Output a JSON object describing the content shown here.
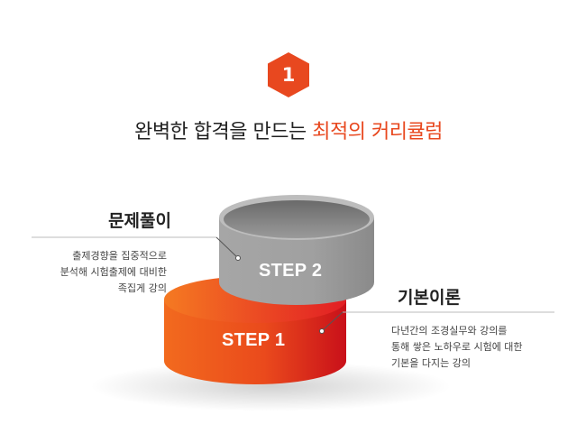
{
  "badge": {
    "number": "1",
    "color": "#e8481f"
  },
  "headline": {
    "text": "완벽한 합격을 만드는",
    "accent": "최적의 커리큘럼",
    "accent_color": "#e8481f"
  },
  "steps": [
    {
      "label": "STEP 1",
      "color": "#e8481f"
    },
    {
      "label": "STEP 2",
      "color": "#9a9a9a"
    }
  ],
  "callouts": {
    "left": {
      "title": "문제풀이",
      "lines": [
        "출제경향을 집중적으로",
        "분석해 시험출제에 대비한",
        "족집게 강의"
      ]
    },
    "right": {
      "title": "기본이론",
      "lines": [
        "다년간의 조경실무와 강의를",
        "통해 쌓은 노하우로 시험에 대한",
        "기본을 다지는 강의"
      ]
    }
  }
}
